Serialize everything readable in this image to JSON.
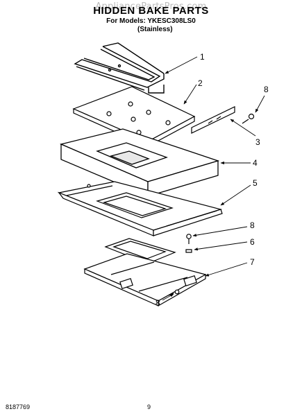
{
  "header": {
    "watermark": "AppliancePartsPros.com",
    "title": "HIDDEN BAKE PARTS",
    "models_line": "For Models: YKESC308LS0",
    "variant": "(Stainless)"
  },
  "callouts": [
    {
      "label": "1"
    },
    {
      "label": "2"
    },
    {
      "label": "8"
    },
    {
      "label": "3"
    },
    {
      "label": "4"
    },
    {
      "label": "5"
    },
    {
      "label": "8"
    },
    {
      "label": "6"
    },
    {
      "label": "7"
    },
    {
      "label": "8"
    }
  ],
  "footer": {
    "doc_number": "8187769",
    "page_number": "9"
  }
}
